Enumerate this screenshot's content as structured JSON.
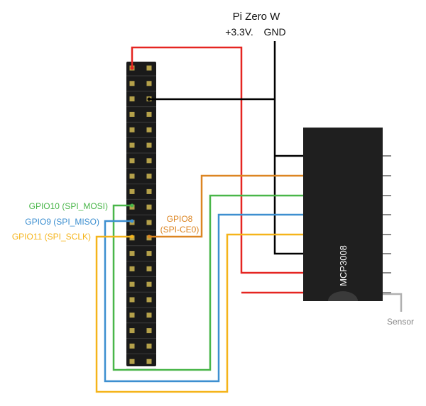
{
  "title": "Pi Zero W",
  "rails": {
    "power": "+3.3V.",
    "ground": "GND"
  },
  "chip": {
    "label": "MCP3008"
  },
  "sensor_label": "Sensor",
  "gpio_labels": {
    "mosi": "GPIO10 (SPI_MOSI)",
    "miso": "GPIO9 (SPI_MISO)",
    "sclk": "GPIO11 (SPI_SCLK)",
    "ce0_line1": "GPIO8",
    "ce0_line2": "(SPI-CE0)"
  },
  "colors": {
    "power": "#e52521",
    "ground": "#000000",
    "mosi": "#49b649",
    "miso": "#3d8fd0",
    "sclk": "#f5b41a",
    "ce0": "#dc8522",
    "sensor": "#b0b0b0",
    "chip_body": "#1f1f1f",
    "chip_notch": "#3a3a3a",
    "pin_leg": "#8a8a8a",
    "header_body": "#1a1a1a",
    "header_pin": "#b5a14a"
  }
}
